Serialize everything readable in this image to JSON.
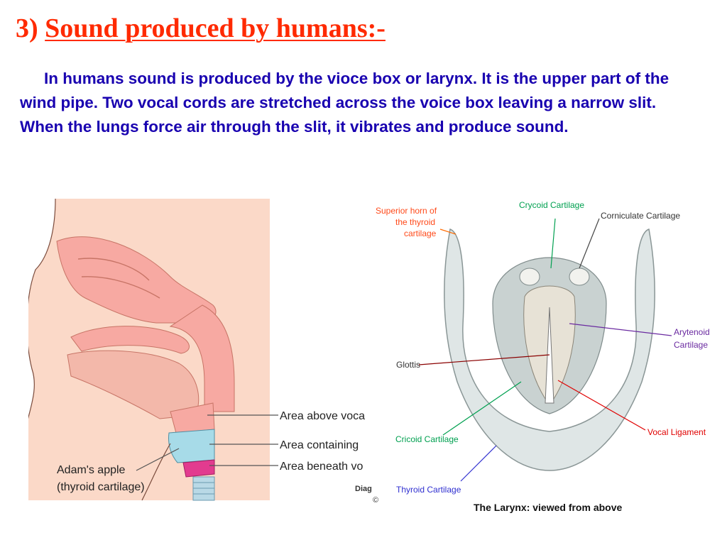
{
  "slide": {
    "title_number": "3)",
    "title_text": "Sound produced by humans:-",
    "paragraph": "In humans sound is produced by the vioce box or larynx. It is the upper part of the wind pipe. Two vocal cords are stretched across the voice box leaving a narrow slit. When the lungs force air through the slit, it vibrates and produce sound."
  },
  "left_figure": {
    "labels": {
      "area_above": "Area above voca",
      "area_containing": "Area containing",
      "area_beneath": "Area beneath vo",
      "adams_apple": "Adam's apple",
      "thyroid_cartilage": "(thyroid cartilage)",
      "credit_line1": "Diag",
      "credit_line2": "©"
    }
  },
  "right_figure": {
    "labels": {
      "superior_horn_1": "Superior horn of",
      "superior_horn_2": "the thyroid",
      "superior_horn_3": "cartilage",
      "crycoid": "Crycoid Cartilage",
      "corniculate": "Corniculate Cartilage",
      "arytenoid_1": "Arytenoid",
      "arytenoid_2": "Cartilage",
      "glottis": "Glottis",
      "cricoid": "Cricoid Cartilage",
      "vocal_ligament": "Vocal Ligament",
      "thyroid": "Thyroid Cartilage",
      "caption": "The Larynx: viewed from above"
    }
  },
  "colors": {
    "title": "#ff2a00",
    "paragraph": "#1800b0",
    "skin": "#fbd9c8",
    "tissue_pink": "#f7a9a2",
    "larynx_blue": "#a7dbe8",
    "magenta": "#e23b8f",
    "cartilage_gray": "#dfe6e6"
  }
}
